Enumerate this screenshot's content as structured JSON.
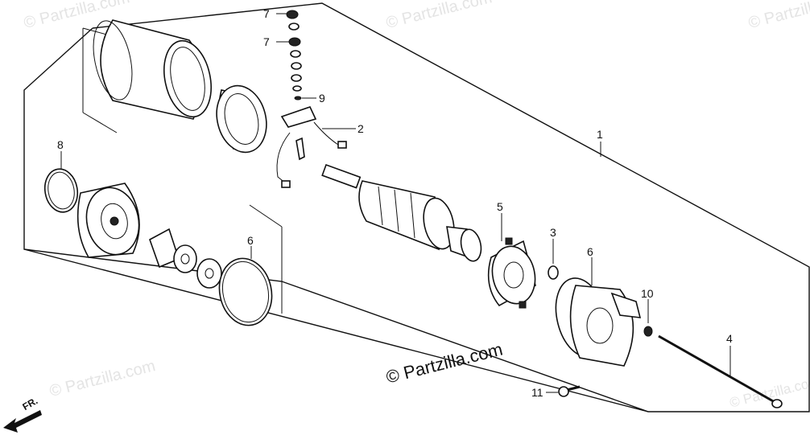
{
  "watermark": {
    "text": "© Partzilla.com",
    "top_left": "© Partzilla.com",
    "top_mid": "© Partzilla.com",
    "top_right": "© Partzilla.com",
    "mid_left": "© Partzilla.com",
    "bottom_right": "© Partzilla.com"
  },
  "copyright": "© Partzilla.com",
  "direction_label": "FR.",
  "callouts": {
    "c1": "1",
    "c2": "2",
    "c3": "3",
    "c4": "4",
    "c5": "5",
    "c6a": "6",
    "c6b": "6",
    "c7a": "7",
    "c7b": "7",
    "c8": "8",
    "c9": "9",
    "c10": "10",
    "c11": "11"
  }
}
